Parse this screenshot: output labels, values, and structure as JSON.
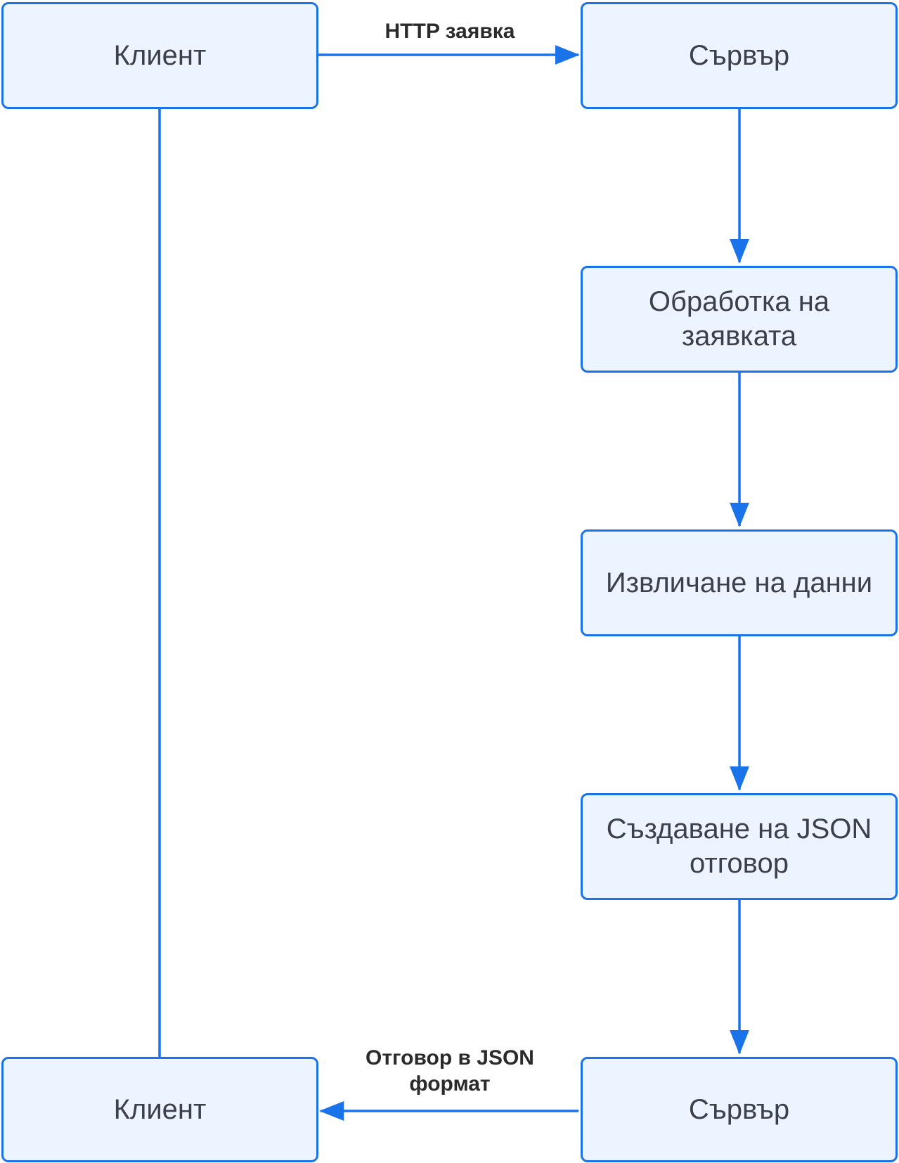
{
  "colors": {
    "node_fill": "#ecf4ff",
    "node_border": "#1a73e8",
    "node_text": "#3a414a",
    "edge": "#1a73e8",
    "edge_label_text": "#2b2b2b"
  },
  "nodes": {
    "client_top": "Клиент",
    "server_top": "Сървър",
    "process_request": "Обработка на заявката",
    "fetch_data": "Извличане на данни",
    "create_json": "Създаване на JSON отговор",
    "server_bottom": "Сървър",
    "client_bottom": "Клиент"
  },
  "edges": {
    "http_request": "HTTP заявка",
    "json_response": "Отговор в JSON формат"
  }
}
